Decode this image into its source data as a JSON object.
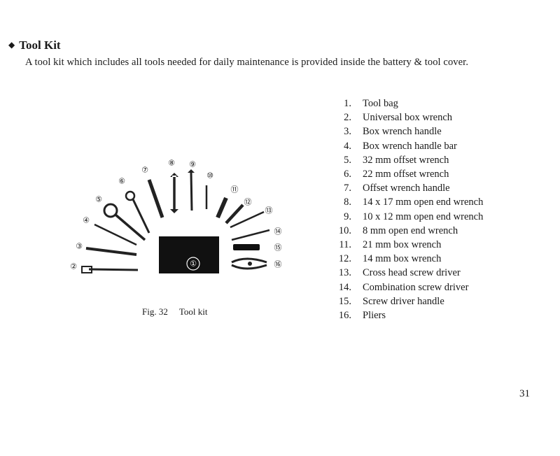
{
  "section": {
    "bullet": "◆",
    "title": "Tool Kit",
    "intro": "A tool kit which includes all tools needed for daily maintenance is provided inside the battery & tool cover."
  },
  "figure": {
    "number": "Fig. 32",
    "caption": "Tool kit",
    "callouts": [
      "①",
      "②",
      "③",
      "④",
      "⑤",
      "⑥",
      "⑦",
      "⑧",
      "⑨",
      "⑩",
      "⑪",
      "⑫",
      "⑬",
      "⑭",
      "⑮",
      "⑯"
    ]
  },
  "parts": [
    {
      "num": "1.",
      "name": "Tool bag"
    },
    {
      "num": "2.",
      "name": "Universal box wrench"
    },
    {
      "num": "3.",
      "name": "Box wrench handle"
    },
    {
      "num": "4.",
      "name": "Box wrench handle bar"
    },
    {
      "num": "5.",
      "name": "32 mm offset wrench"
    },
    {
      "num": "6.",
      "name": "22 mm offset wrench"
    },
    {
      "num": "7.",
      "name": "Offset wrench handle"
    },
    {
      "num": "8.",
      "name": "14 x 17 mm open end wrench"
    },
    {
      "num": "9.",
      "name": "10 x 12 mm open end wrench"
    },
    {
      "num": "10.",
      "name": "8 mm open end wrench"
    },
    {
      "num": "11.",
      "name": "21 mm box wrench"
    },
    {
      "num": "12.",
      "name": "14 mm box wrench"
    },
    {
      "num": "13.",
      "name": "Cross head screw driver"
    },
    {
      "num": "14.",
      "name": "Combination screw driver"
    },
    {
      "num": "15.",
      "name": "Screw driver handle"
    },
    {
      "num": "16.",
      "name": "Pliers"
    }
  ],
  "page_number": "31"
}
